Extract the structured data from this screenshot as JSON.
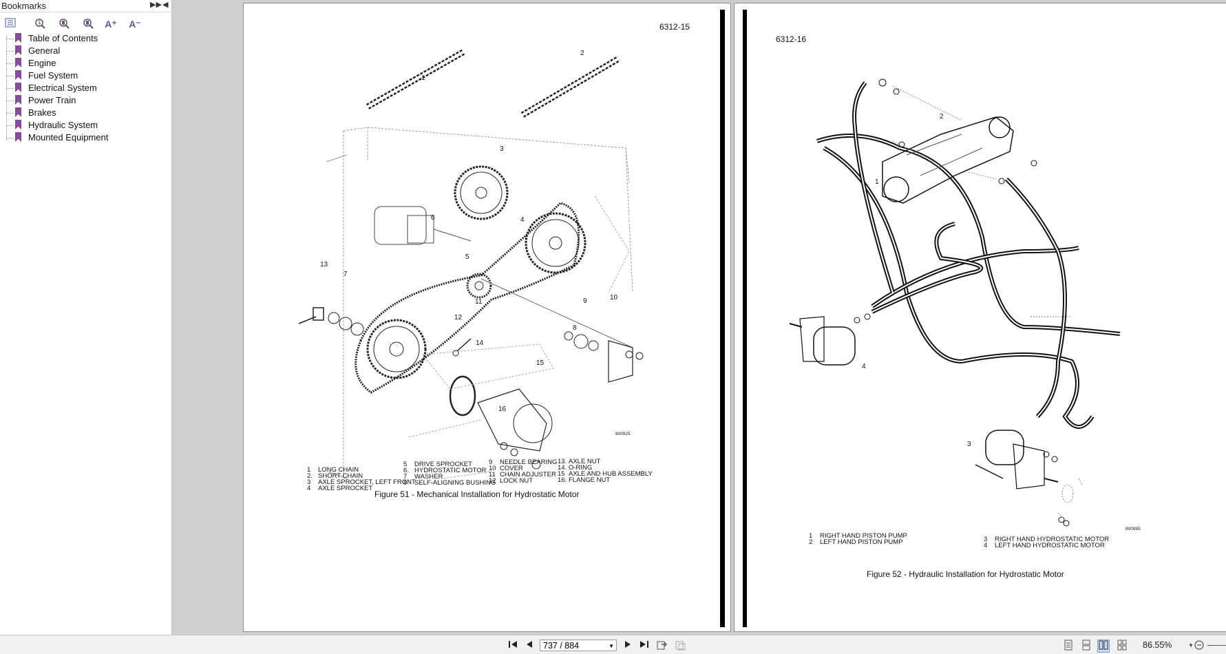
{
  "sidebar": {
    "title": "Bookmarks",
    "bookmarks": [
      {
        "label": "Table of Contents"
      },
      {
        "label": "General"
      },
      {
        "label": "Engine"
      },
      {
        "label": "Fuel System"
      },
      {
        "label": "Electrical System"
      },
      {
        "label": "Power Train"
      },
      {
        "label": "Brakes"
      },
      {
        "label": "Hydraulic System"
      },
      {
        "label": "Mounted Equipment"
      }
    ],
    "toolbar_icons": [
      "expand-all-icon",
      "bookmark-find-icon",
      "bookmark-add-icon",
      "bookmark-delete-icon",
      "font-increase-icon",
      "font-decrease-icon"
    ],
    "font_increase": "A⁺",
    "font_decrease": "A⁻",
    "accent_color": "#8a4a9b"
  },
  "left_page": {
    "page_number": "6312-15",
    "figure_id": "800925",
    "caption": "Figure 51 - Mechanical Installation for Hydrostatic Motor",
    "legend": [
      {
        "n": "1",
        "t": "LONG CHAIN"
      },
      {
        "n": "2.",
        "t": "SHORT CHAIN"
      },
      {
        "n": "3",
        "t": "AXLE SPROCKET, LEFT FRONT"
      },
      {
        "n": "4",
        "t": "AXLE SPROCKET"
      },
      {
        "n": "5",
        "t": "DRIVE SPROCKET"
      },
      {
        "n": "6.",
        "t": "HYDROSTATIC MOTOR"
      },
      {
        "n": "7",
        "t": "WASHER"
      },
      {
        "n": "8",
        "t": "SELF-ALIGNING BUSHING"
      },
      {
        "n": "9",
        "t": "NEEDLE BEARING"
      },
      {
        "n": "10",
        "t": "COVER"
      },
      {
        "n": "11",
        "t": "CHAIN ADJUSTER"
      },
      {
        "n": "12",
        "t": "LOCK NUT"
      },
      {
        "n": "13.",
        "t": "AXLE NUT"
      },
      {
        "n": "14.",
        "t": "O-RING"
      },
      {
        "n": "15",
        "t": "AXLE AND HUB ASSEMBLY"
      },
      {
        "n": "16.",
        "t": "FLANGE NUT"
      }
    ],
    "callouts": [
      "1",
      "2",
      "3",
      "4",
      "5",
      "6",
      "7",
      "8",
      "9",
      "10",
      "11",
      "12",
      "13",
      "14",
      "15",
      "16"
    ]
  },
  "right_page": {
    "page_number": "6312-16",
    "figure_id": "800995",
    "caption": "Figure 52 - Hydraulic Installation for Hydrostatic Motor",
    "legend": [
      {
        "n": "1",
        "t": "RIGHT HAND PISTON PUMP"
      },
      {
        "n": "2",
        "t": "LEFT HAND PISTON PUMP"
      },
      {
        "n": "3",
        "t": "RIGHT HAND HYDROSTATIC MOTOR"
      },
      {
        "n": "4",
        "t": "LEFT HAND HYDROSTATIC MOTOR"
      }
    ],
    "callouts": [
      "1",
      "2",
      "3",
      "4"
    ]
  },
  "statusbar": {
    "page_indicator": "737 / 884",
    "zoom": "86.55%",
    "nav": {
      "first": "first-page-icon",
      "prev": "previous-page-icon",
      "next": "next-page-icon",
      "last": "last-page-icon"
    }
  }
}
